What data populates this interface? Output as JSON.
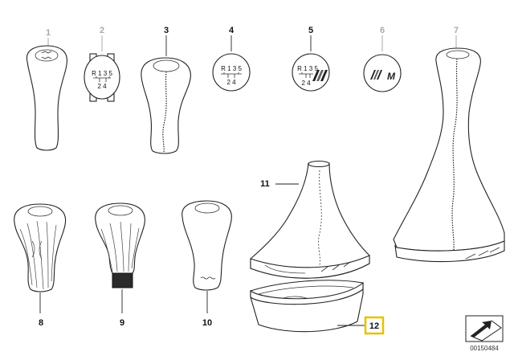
{
  "diagram": {
    "doc_code": "00150484",
    "highlight_color": "#e8c100",
    "highlighted_part": "12",
    "parts": [
      {
        "number": "1",
        "state": "greyed"
      },
      {
        "number": "2",
        "state": "greyed"
      },
      {
        "number": "3",
        "state": "normal"
      },
      {
        "number": "4",
        "state": "normal"
      },
      {
        "number": "5",
        "state": "normal"
      },
      {
        "number": "6",
        "state": "greyed"
      },
      {
        "number": "7",
        "state": "greyed"
      },
      {
        "number": "8",
        "state": "normal"
      },
      {
        "number": "9",
        "state": "normal"
      },
      {
        "number": "10",
        "state": "normal"
      },
      {
        "number": "11",
        "state": "normal"
      },
      {
        "number": "12",
        "state": "highlighted"
      }
    ],
    "shift_pattern_4": {
      "top": "R 1 3 5",
      "bottom": "2 4"
    },
    "shift_pattern_5": {
      "top": "R 1 3 5",
      "bottom": "2 4"
    },
    "shift_pattern_2": {
      "top": "R 1 3 5",
      "bottom": "2 4"
    },
    "emblem_6": "M"
  }
}
